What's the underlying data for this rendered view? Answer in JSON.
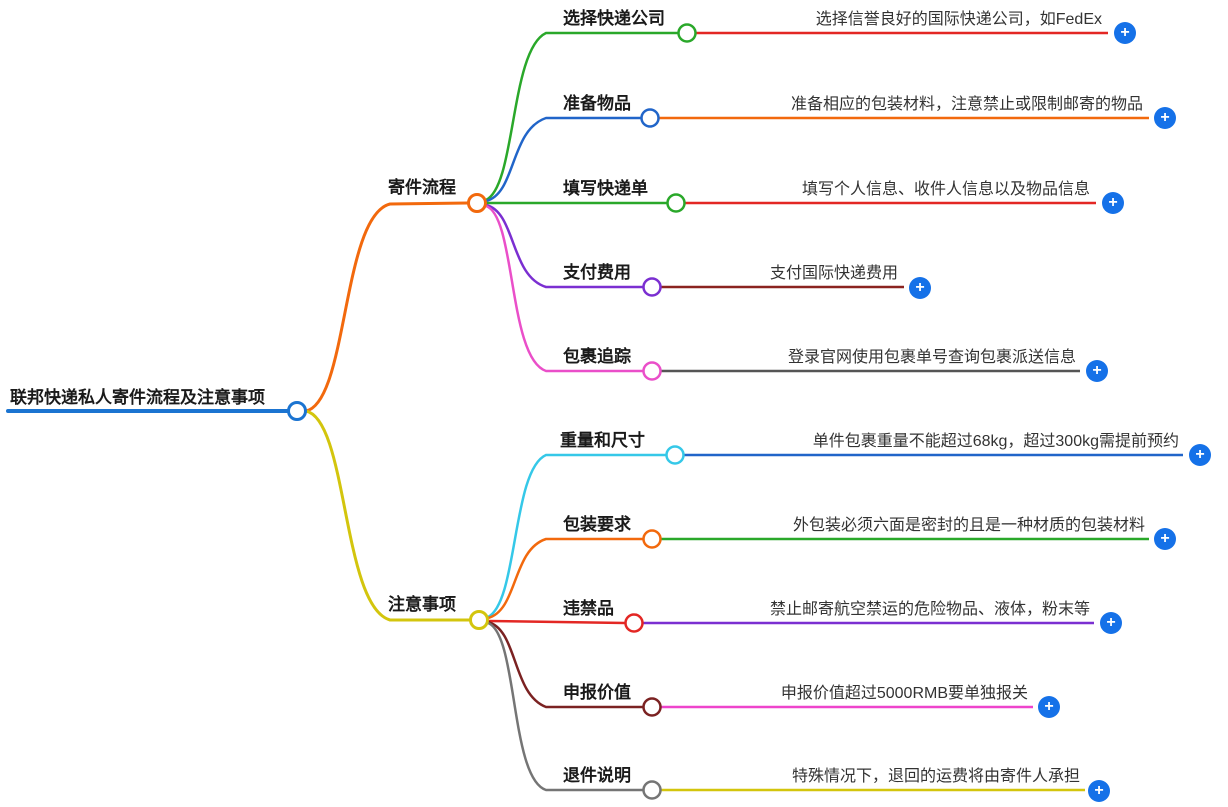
{
  "root": {
    "label": "联邦快递私人寄件流程及注意事项",
    "color": "#1b74d1"
  },
  "branches": [
    {
      "label": "寄件流程",
      "color": "#f2690d",
      "children": [
        {
          "label": "选择快递公司",
          "color": "#2aa82a",
          "detail": "选择信誉良好的国际快递公司，如FedEx",
          "detail_color": "#e32724"
        },
        {
          "label": "准备物品",
          "color": "#2165c9",
          "detail": "准备相应的包装材料，注意禁止或限制邮寄的物品",
          "detail_color": "#f2690d"
        },
        {
          "label": "填写快递单",
          "color": "#2aa82a",
          "detail": "填写个人信息、收件人信息以及物品信息",
          "detail_color": "#e32724"
        },
        {
          "label": "支付费用",
          "color": "#7b2fd1",
          "detail": "支付国际快递费用",
          "detail_color": "#8b2320"
        },
        {
          "label": "包裹追踪",
          "color": "#ea4fc9",
          "detail": "登录官网使用包裹单号查询包裹派送信息",
          "detail_color": "#555555"
        }
      ]
    },
    {
      "label": "注意事项",
      "color": "#d3c50d",
      "children": [
        {
          "label": "重量和尺寸",
          "color": "#35c8e8",
          "detail": "单件包裹重量不能超过68kg，超过300kg需提前预约",
          "detail_color": "#2165c9"
        },
        {
          "label": "包装要求",
          "color": "#f2690d",
          "detail": "外包装必须六面是密封的且是一种材质的包装材料",
          "detail_color": "#2aa82a"
        },
        {
          "label": "违禁品",
          "color": "#e32724",
          "detail": "禁止邮寄航空禁运的危险物品、液体，粉末等",
          "detail_color": "#7b2fd1"
        },
        {
          "label": "申报价值",
          "color": "#7b2222",
          "detail": "申报价值超过5000RMB要单独报关",
          "detail_color": "#ee44cc"
        },
        {
          "label": "退件说明",
          "color": "#757575",
          "detail": "特殊情况下，退回的运费将由寄件人承担",
          "detail_color": "#d3c50d"
        }
      ]
    }
  ],
  "plus_label": "+",
  "plus_color": "#1571e8"
}
